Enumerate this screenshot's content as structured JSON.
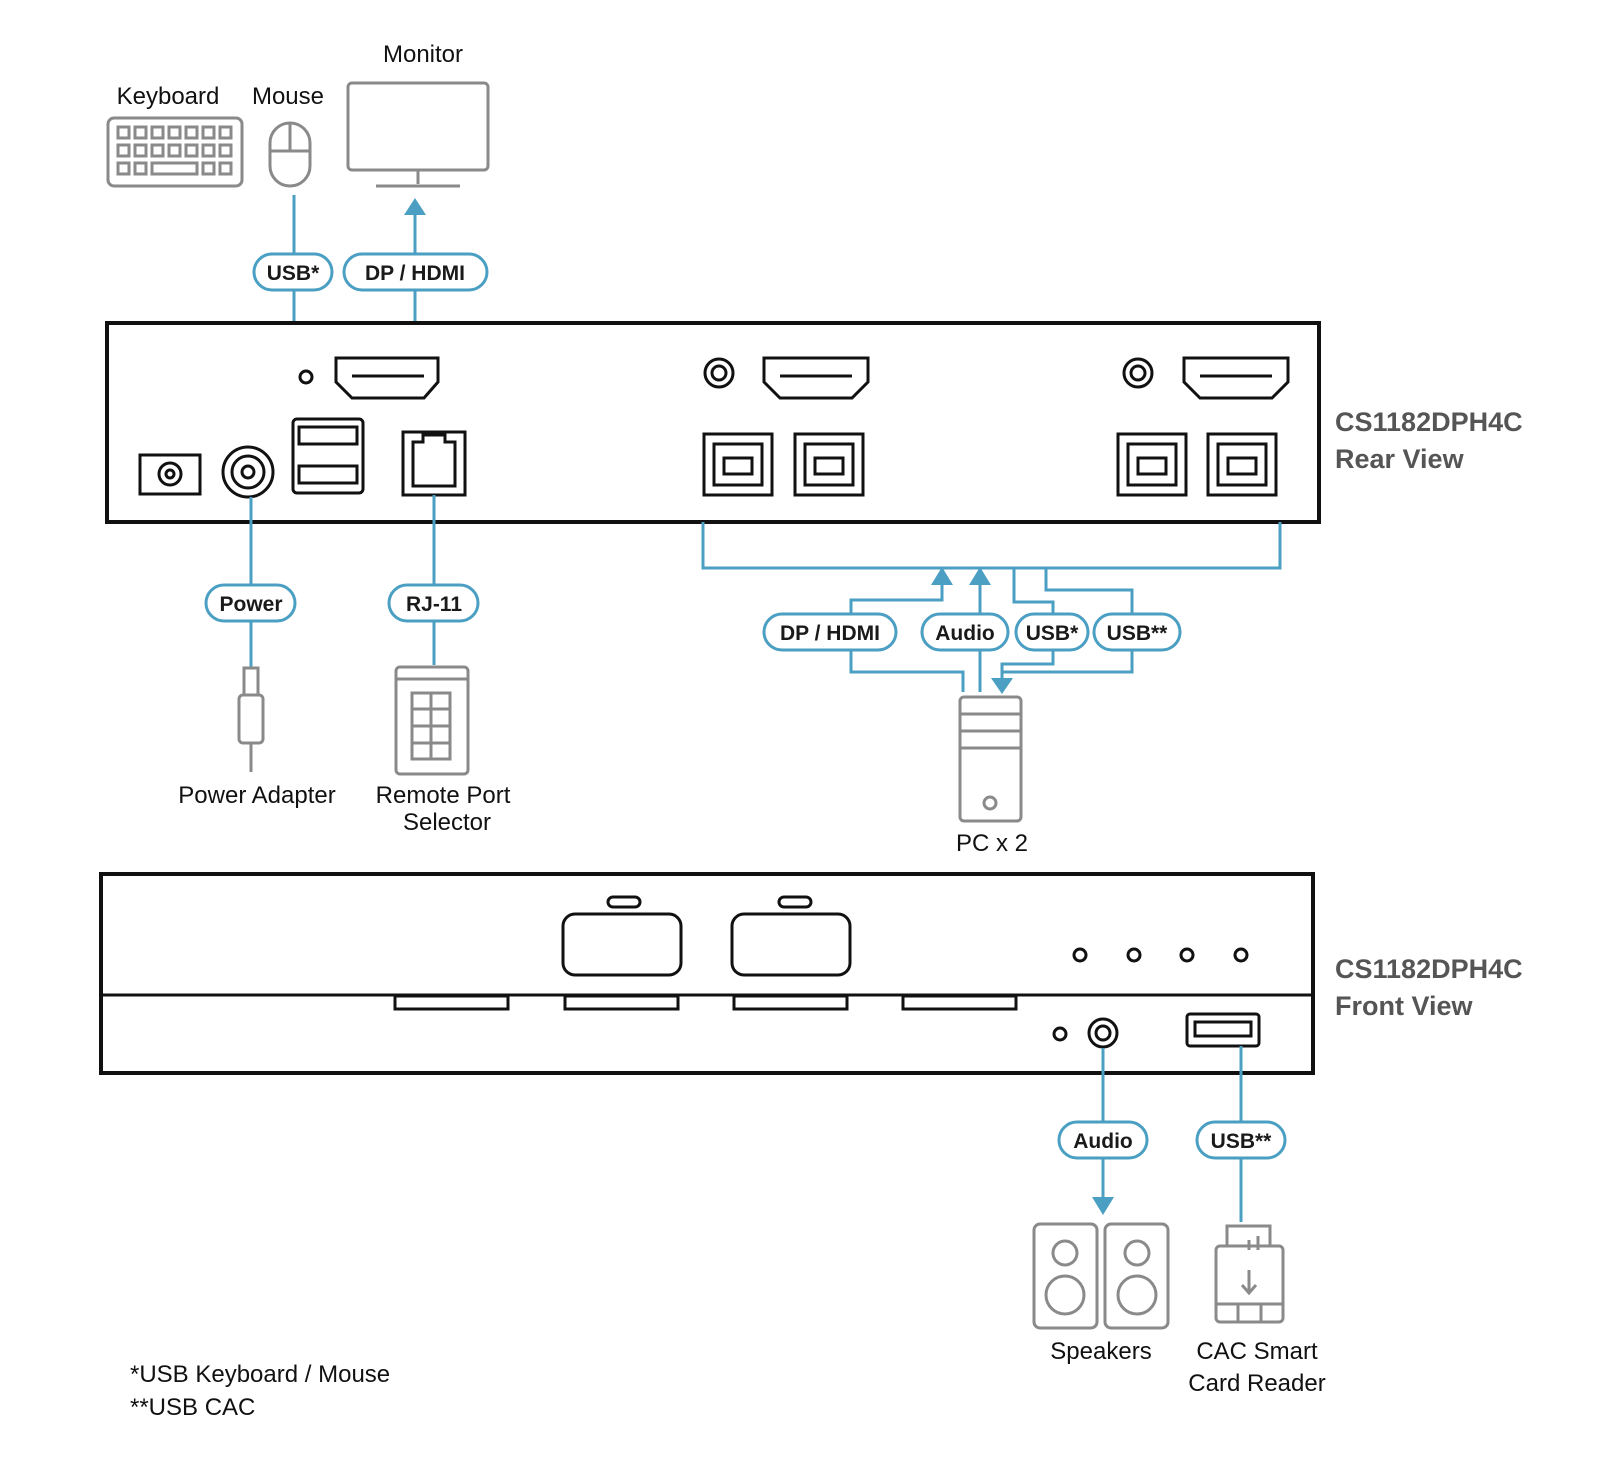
{
  "devices": {
    "keyboard": "Keyboard",
    "mouse": "Mouse",
    "monitor": "Monitor",
    "power_adapter": "Power Adapter",
    "remote_port_selector_line1": "Remote Port",
    "remote_port_selector_line2": "Selector",
    "pc": "PC x 2",
    "speakers": "Speakers",
    "cac_line1": "CAC Smart",
    "cac_line2": "Card Reader"
  },
  "rear_view": {
    "model": "CS1182DPH4C",
    "view": "Rear View"
  },
  "front_view": {
    "model": "CS1182DPH4C",
    "view": "Front View"
  },
  "connections": {
    "usb_kbm": "USB*",
    "dp_hdmi_monitor": "DP / HDMI",
    "power": "Power",
    "rj11": "RJ-11",
    "pc_dp_hdmi": "DP / HDMI",
    "pc_audio": "Audio",
    "pc_usb": "USB*",
    "pc_usb_cac": "USB**",
    "front_audio": "Audio",
    "front_usb_cac": "USB**"
  },
  "footnotes": {
    "note1": "*USB Keyboard / Mouse",
    "note2": "**USB CAC"
  },
  "colors": {
    "cable": "#4a9fc2",
    "device_outline": "#8a8a8a",
    "unit_outline": "#111111",
    "title": "#555555"
  }
}
